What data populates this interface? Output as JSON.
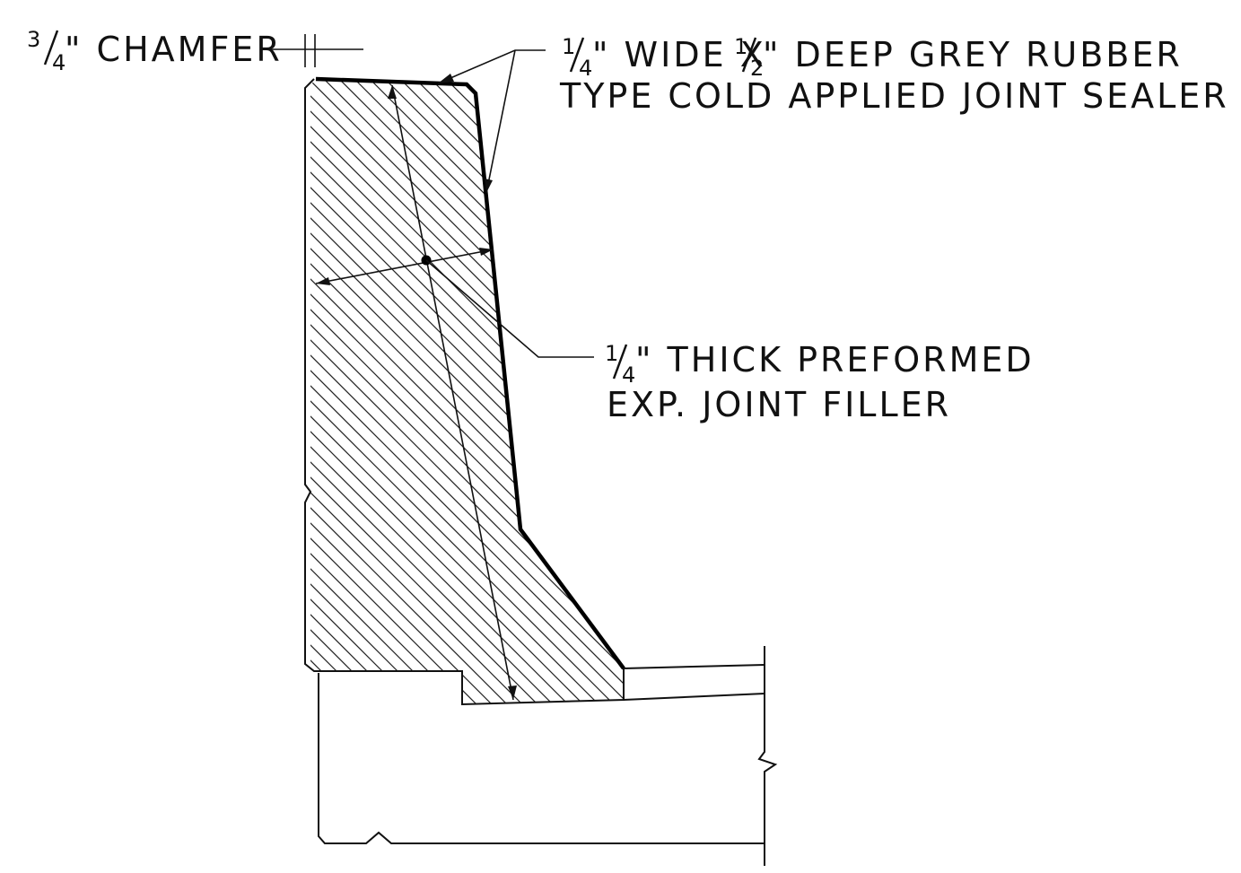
{
  "labels": {
    "chamfer": {
      "fraction": {
        "numerator": "3",
        "denominator": "4"
      },
      "text": "\" CHAMFER"
    },
    "sealer": {
      "line1_fraction_a": {
        "numerator": "1",
        "denominator": "4"
      },
      "line1_text_a": "\" WIDE X ",
      "line1_fraction_b": {
        "numerator": "1",
        "denominator": "2"
      },
      "line1_text_b": "\" DEEP GREY RUBBER",
      "line2": "TYPE COLD APPLIED JOINT SEALER"
    },
    "filler": {
      "line1_fraction": {
        "numerator": "1",
        "denominator": "4"
      },
      "line1_text": "\" THICK PREFORMED",
      "line2": "EXP. JOINT FILLER"
    }
  },
  "colors": {
    "ink": "#111111",
    "background": "#ffffff"
  }
}
